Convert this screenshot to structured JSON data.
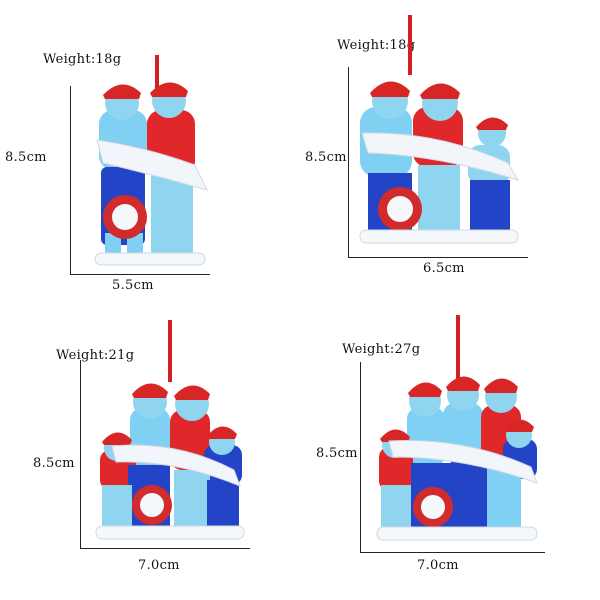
{
  "products": [
    {
      "weight": "Weight:18g",
      "height": "8.5cm",
      "width": "5.5cm",
      "figures": 2
    },
    {
      "weight": "Weight:18g",
      "height": "8.5cm",
      "width": "6.5cm",
      "figures": 3
    },
    {
      "weight": "Weight:21g",
      "height": "8.5cm",
      "width": "7.0cm",
      "figures": 4
    },
    {
      "weight": "Weight:27g",
      "height": "8.5cm",
      "width": "7.0cm",
      "figures": 5
    }
  ],
  "colors": {
    "ribbon": "#d21f1f",
    "mask": "#8fd5f0",
    "red_shirt": "#e0282a",
    "blue_pants": "#2444c8",
    "light_blue": "#7fd0f2",
    "banner": "#f2f5fa",
    "virus": "#d12b2b",
    "shoe": "#f4f8fb",
    "hat": "#d82626"
  }
}
